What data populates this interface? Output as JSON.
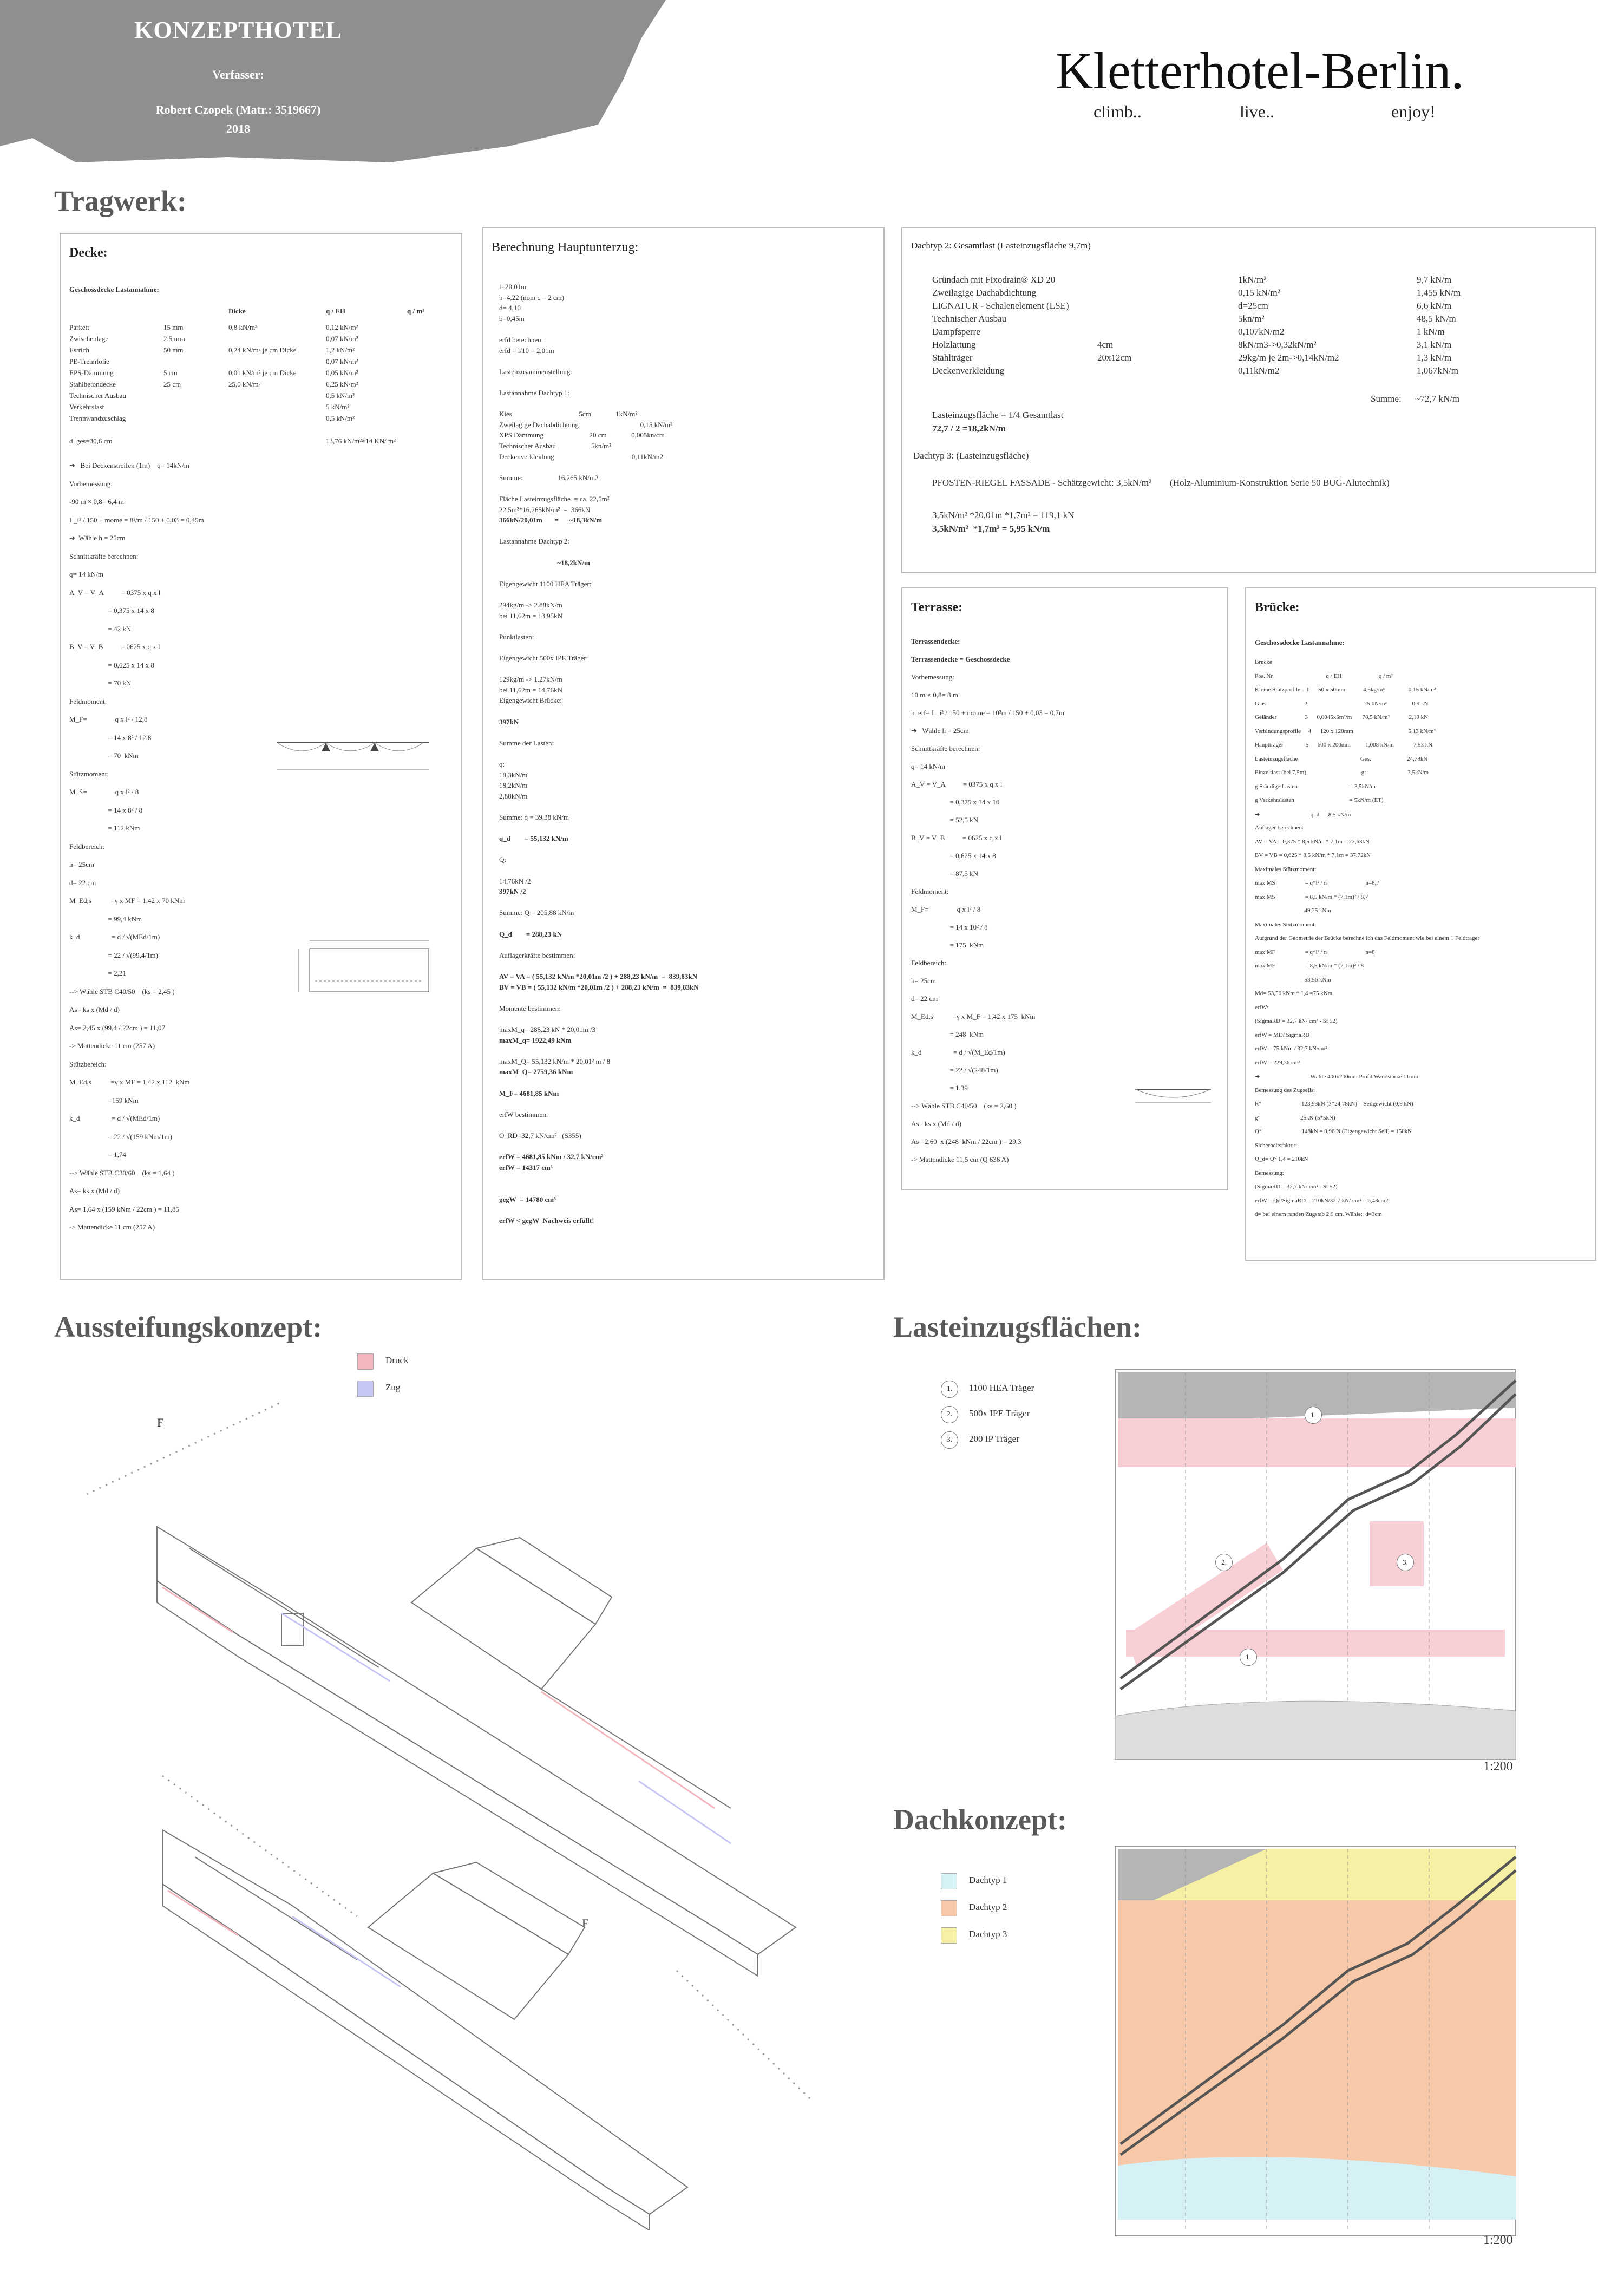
{
  "header": {
    "banner_title": "KONZEPTHOTEL",
    "author_label": "Verfasser:",
    "author": "Robert Czopek (Matr.: 3519667)",
    "year": "2018",
    "project_title": "Kletterhotel-Berlin.",
    "taglines": [
      "climb..",
      "live..",
      "enjoy!"
    ]
  },
  "sections": {
    "tragwerk": "Tragwerk:",
    "aussteifung": "Aussteifungskonzept:",
    "lasteinzug": "Lasteinzugsflächen:",
    "dachkonzept": "Dachkonzept:"
  },
  "panel_decke": {
    "title": "Decke:",
    "subtitle": "Geschossdecke Lastannahme:",
    "col_headers": [
      "Dicke",
      "q / EH",
      "q / m²"
    ],
    "rows": [
      [
        "Parkett",
        "15 mm",
        "0,8 kN/m³",
        "0,12 kN/m²"
      ],
      [
        "Zwischenlage",
        "2,5 mm",
        "",
        "0,07 kN/m²"
      ],
      [
        "Estrich",
        "50 mm",
        "0,24 kN/m² je cm Dicke",
        "1,2 kN/m²"
      ],
      [
        "PE-Trennfolie",
        "",
        "",
        "0,07 kN/m²"
      ],
      [
        "EPS-Dämmung",
        "5 cm",
        "0,01 kN/m² je cm Dicke",
        "0,05 kN/m²"
      ],
      [
        "Stahlbetondecke",
        "25 cm",
        "25,0 kN/m³",
        "6,25 kN/m²"
      ],
      [
        "Technischer Ausbau",
        "",
        "",
        "0,5 kN/m²"
      ],
      [
        "Verkehrslast",
        "",
        "",
        "5 kN/m²"
      ],
      [
        "Trennwandzuschlag",
        "",
        "",
        "0,5 kN/m²"
      ]
    ],
    "sum_left": "d_ges=30,6 cm",
    "sum_right": "13,76 kN/m²≈14 KN/ m²",
    "lines": [
      "➔   Bei Deckenstreifen (1m)    q= 14kN/m",
      "Vorbemessung:",
      "-90 m × 0,8= 6,4 m",
      "L_i² / 150 + mome = 8²/m / 150 + 0,03 = 0,45m",
      "➔  Wähle h = 25cm",
      "Schnittkräfte berechnen:",
      "q= 14 kN/m",
      "A_V = V_A          = 0375 x q x l",
      "                      = 0,375 x 14 x 8",
      "                      = 42 kN",
      "B_V = V_B          = 0625 x q x l",
      "                      = 0,625 x 14 x 8",
      "                      = 70 kN",
      "Feldmoment:",
      "M_F=                q x l² / 12,8",
      "                      = 14 x 8² / 12,8",
      "                      = 70  kNm",
      "Stützmoment:",
      "M_S=                q x l² / 8",
      "                      = 14 x 8² / 8",
      "                      = 112 kNm",
      "Feldbereich:",
      "h= 25cm",
      "d= 22 cm",
      "M_Ed,s           =γ x MF = 1,42 x 70 kNm",
      "                      = 99,4 kNm",
      "k_d                  = d / √(MEd/1m)",
      "                      = 22 / √(99,4/1m)",
      "                      = 2,21",
      "--> Wähle STB C40/50    (ks = 2,45 )",
      "As= ks x (Md / d)",
      "As= 2,45 x (99,4 / 22cm ) = 11,07",
      "-> Mattendicke 11 cm (257 A)",
      "Stützbereich:",
      "M_Ed,s           =γ x MF = 1,42 x 112  kNm",
      "                      =159 kNm",
      "k_d                  = d / √(MEd/1m)",
      "                      = 22 / √(159 kNm/1m)",
      "                      = 1,74",
      "--> Wähle STB C30/60    (ks = 1,64 )",
      "As= ks x (Md / d)",
      "As= 1,64 x (159 kNm / 22cm ) = 11,85",
      "-> Mattendicke 11 cm (257 A)"
    ]
  },
  "panel_unterzug": {
    "title": "Berechnung Hauptunterzug:",
    "lines": [
      "l=20,01m",
      "h=4,22 (nom c = 2 cm)",
      "d= 4,10",
      "b=0,45m",
      "",
      "erfd berechnen:",
      "erfd = l/10 = 2,01m",
      "",
      "Lastenzusammenstellung:",
      "",
      "Lastannahme Dachtyp 1:",
      "",
      "Kies                                      5cm              1kN/m²",
      "Zweilagige Dachabdichtung                                   0,15 kN/m²",
      "XPS Dämmung                          20 cm              0,005kn/cm",
      "Technischer Ausbau                    5kn/m²",
      "Deckenverkleidung                                            0,11kN/m2",
      "",
      "Summe:                    16,265 kN/m2",
      "",
      "Fläche Lasteinzugsfläche  = ca. 22,5m²",
      "22,5m²*16,265kN/m²  =  366kN",
      "366kN/20,01m       =      ~18,3kN/m",
      "",
      "Lastannahme Dachtyp 2:",
      "",
      "                                 ~18,2kN/m",
      "",
      "Eigengewicht 1100 HEA Träger:",
      "",
      "294kg/m -> 2.88kN/m",
      "bei 11,62m = 13,95kN",
      "",
      "Punktlasten:",
      "",
      "Eigengewicht 500x IPE Träger:",
      "",
      "129kg/m -> 1.27kN/m",
      "bei 11,62m = 14,76kN",
      "Eigengewicht Brücke:",
      "",
      "397kN",
      "",
      "Summe der Lasten:",
      "",
      "q:",
      "18,3kN/m",
      "18,2kN/m",
      "2,88kN/m",
      "",
      "Summe: q = 39,38 kN/m",
      "",
      "q_d        = 55,132 kN/m",
      "",
      "Q:",
      "",
      "14,76kN /2",
      "397kN /2",
      "",
      "Summe: Q = 205,88 kN/m",
      "",
      "Q_d        = 288,23 kN",
      "",
      "Auflagerkräfte bestimmen:",
      "",
      "AV = VA = ( 55,132 kN/m *20,01m /2 ) + 288,23 kN/m  =  839,83kN",
      "BV = VB = ( 55,132 kN/m *20,01m /2 ) + 288,23 kN/m  =  839,83kN",
      "",
      "Momente bestimmen:",
      "",
      "maxM_q= 288,23 kN * 20,01m /3",
      "maxM_q= 1922,49 kNm",
      "",
      "maxM_Q= 55,132 kN/m * 20,01² m / 8",
      "maxM_Q= 2759,36 kNm",
      "",
      "M_F= 4681,85 kNm",
      "",
      "erfW bestimmen:",
      "",
      "O_RD=32,7 kN/cm²   (S355)",
      "",
      "erfW = 4681,85 kNm / 32,7 kN/cm²",
      "erfW = 14317 cm³",
      "",
      "",
      "gegW  = 14780 cm³",
      "",
      "erfW < gegW  Nachweis erfüllt!"
    ]
  },
  "panel_dach": {
    "title": "Dachtyp 2: Gesamtlast (Lasteinzugsfläche 9,7m)",
    "rows": [
      [
        "Gründach mit Fixodrain® XD 20",
        "",
        "1kN/m²",
        "9,7 kN/m"
      ],
      [
        "Zweilagige Dachabdichtung",
        "",
        "0,15 kN/m²",
        "1,455 kN/m"
      ],
      [
        "LIGNATUR - Schalenelement (LSE)",
        "",
        "d=25cm",
        "6,6 kN/m"
      ],
      [
        "Technischer Ausbau",
        "",
        "5kn/m²",
        "48,5 kN/m"
      ],
      [
        "Dampfsperre",
        "",
        "0,107kN/m2",
        "1 kN/m"
      ],
      [
        "Holzlattung",
        "4cm",
        "8kN/m3->0,32kN/m²",
        "3,1 kN/m"
      ],
      [
        "Stahlträger",
        "20x12cm",
        "29kg/m je 2m->0,14kN/m2",
        "1,3 kN/m"
      ],
      [
        "Deckenverkleidung",
        "",
        "0,11kN/m2",
        "1,067kN/m"
      ]
    ],
    "sum": "Summe:      ~72,7 kN/m",
    "lines": [
      "Lasteinzugsfläche = 1/4 Gesamtlast",
      "72,7 / 2 =18,2kN/m",
      "Dachtyp 3: (Lasteinzugsfläche)",
      "PFOSTEN-RIEGEL FASSADE - Schätzgewicht: 3,5kN/m²        (Holz-Aluminium-Konstruktion Serie 50 BUG-Alutechnik)",
      "3,5kN/m² *20,01m *1,7m² = 119,1 kN",
      "3,5kN/m²  *1,7m² = 5,95 kN/m"
    ]
  },
  "panel_terrasse": {
    "title": "Terrasse:",
    "lines": [
      "Terrassendecke:",
      "Terrassendecke = Geschossdecke",
      "Vorbemessung:",
      "10 m × 0,8= 8 m",
      "h_erf= L_i² / 150 + mome = 10²m / 150 + 0,03 = 0,7m",
      "➔   Wähle h = 25cm",
      "Schnittkräfte berechnen:",
      "q= 14 kN/m",
      "A_V = V_A          = 0375 x q x l",
      "                      = 0,375 x 14 x 10",
      "                      = 52,5 kN",
      "B_V = V_B          = 0625 x q x l",
      "                      = 0,625 x 14 x 8",
      "                      = 87,5 kN",
      "Feldmoment:",
      "M_F=                q x l² / 8",
      "                      = 14 x 10² / 8",
      "                      = 175  kNm",
      "Feldbereich:",
      "h= 25cm",
      "d= 22 cm",
      "M_Ed,s           =γ x M_F = 1,42 x 175  kNm",
      "                      = 248  kNm",
      "k_d                  = d / √(M_Ed/1m)",
      "                      = 22 / √(248/1m)",
      "                      = 1,39",
      "--> Wähle STB C40/50    (ks = 2,60 )",
      "As= ks x (Md / d)",
      "As= 2,60  x (248  kNm / 22cm ) = 29,3",
      "-> Mattendicke 11,5 cm (Q 636 A)"
    ]
  },
  "panel_bruecke": {
    "title": "Brücke:",
    "subtitle": "Geschossdecke Lastannahme:",
    "lines": [
      "Brücke",
      "Pos. Nr.                                   q / EH                         q / m²",
      "Kleine Stützprofile    1      50 x 50mm            4,5kg/m³                0,15 kN/m²",
      "Glas                          2                                      25 kN/m³                 0,9 kN",
      "Geländer                   3      0,0045x5m²/m       78,5 kN/m³             2,19 kN",
      "Verbindungsprofile     4      120 x 120mm                                     5,13 kN/m²",
      "Hauptträger               5      600 x 200mm          1,008 kN/m             7,53 kN",
      "Lasteinzugsfläche                                          Ges:                        24,78kN",
      "Einzeltlast (bei 7,5m)                                     g:                            3,5kN/m",
      "g Ständige Lasten                                   = 3,5kN/m",
      "g Verkehrslasten                                     = 5kN/m (ET)",
      "➔                                  q_d      8,5 kN/m",
      "Auflager berechnen:",
      "AV = VA = 0,375 * 8,5 kN/m * 7,1m = 22,63kN",
      "BV = VB = 0,625 * 8,5 kN/m * 7,1m = 37,72kN",
      "Maximales Stützmoment:",
      "max MS                    = q*l² / n                          n=8,7",
      "max MS                    = 8,5 kN/m * (7,1m)² / 8,7",
      "                              = 49,25 kNm",
      "Maximales Stützmoment:",
      "Aufgrund der Geometrie der Brücke berechne ich das Feldmoment wie bei einem 1 Feldträger",
      "max MF                    = q*l² / n                          n=8",
      "max MF                    = 8,5 kN/m * (7,1m)² / 8",
      "                              = 53,56 kNm",
      "Md= 53,56 kNm * 1,4 =75 kNm",
      "erfW:",
      "(SigmaRD = 32,7 kN/ cm² - St 52)",
      "erfW = MD/ SigmaRD",
      "erfW = 75 kNm / 32,7 kN/cm²",
      "erfW = 229,36 cm³",
      "➔                                  Wähle 400x200mm Profil Wandstärke 11mm",
      "Bemessung des Zugseils:",
      "R°                           123,93kN (3*24,78kN) = Seilgewicht (0,9 kN)",
      "g°                           25kN (5*5kN)",
      "Q°                           148kN = 0,96 N (Eigengewicht Seil) = 150kN",
      "Sicherheitsfaktor:",
      "Q_d= Q° 1,4 = 210kN",
      "Bemessung:",
      "(SigmaRD = 32,7 kN/ cm² - St 52)",
      "erfW = Qd/SigmaRD = 210kN/32,7 kN/ cm² = 6,43cm2",
      "d= bei einem runden Zugstab 2,9 cm. Wähle:  d=3cm"
    ]
  },
  "aussteifung_legend": [
    {
      "label": "Druck",
      "color": "#f4b6bd"
    },
    {
      "label": "Zug",
      "color": "#c6c6f4"
    }
  ],
  "force_label": "F",
  "lasteinzug_legend": [
    {
      "num": "1.",
      "label": "1100 HEA Träger"
    },
    {
      "num": "2.",
      "label": "500x IPE Träger"
    },
    {
      "num": "3.",
      "label": "200 IP Träger"
    }
  ],
  "lasteinzug_marks": [
    "1.",
    "2.",
    "3.",
    "1."
  ],
  "dach_legend": [
    {
      "label": "Dachtyp 1",
      "color": "#d6f1f5"
    },
    {
      "label": "Dachtyp 2",
      "color": "#f7c9a8"
    },
    {
      "label": "Dachtyp 3",
      "color": "#f5f0a4"
    }
  ],
  "scale_1": "1:200",
  "scale_2": "1:200"
}
